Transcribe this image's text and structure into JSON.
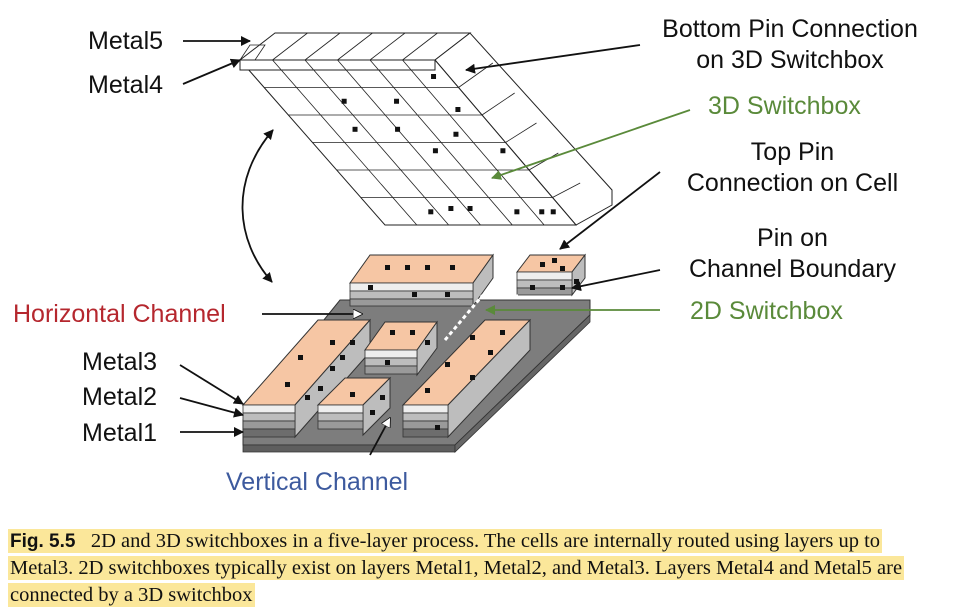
{
  "labels": {
    "metal5": "Metal5",
    "metal4": "Metal4",
    "bottom_pin_line1": "Bottom Pin Connection",
    "bottom_pin_line2": "on 3D Switchbox",
    "switchbox_3d": "3D Switchbox",
    "top_pin_line1": "Top Pin",
    "top_pin_line2": "Connection on Cell",
    "pin_channel_line1": "Pin on",
    "pin_channel_line2": "Channel Boundary",
    "horizontal_channel": "Horizontal Channel",
    "switchbox_2d": "2D Switchbox",
    "metal3": "Metal3",
    "metal2": "Metal2",
    "metal1": "Metal1",
    "vertical_channel": "Vertical Channel"
  },
  "caption": {
    "fig_label": "Fig. 5.5",
    "text": "2D and 3D switchboxes in a five-layer process. The cells are internally routed using layers up to Metal3. 2D switchboxes typically exist on layers Metal1, Metal2, and Metal3. Layers Metal4 and Metal5 are connected by a 3D switchbox"
  },
  "colors": {
    "black_label": "#111111",
    "red_label": "#b5272e",
    "green_label": "#5a8a3a",
    "blue_label": "#3d5a9e",
    "cell_top": "#f6c6a4",
    "substrate": "#7d7d7d",
    "highlight": "#fbe79a"
  }
}
